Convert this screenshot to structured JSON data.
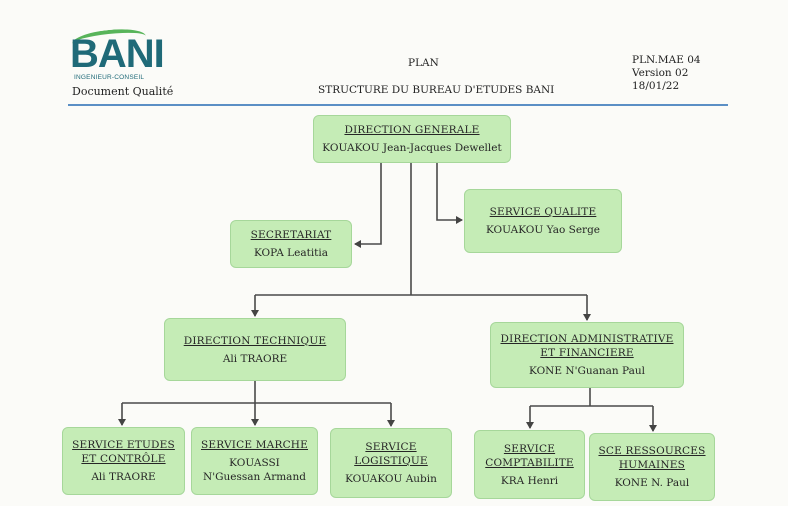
{
  "header": {
    "logo_text": "BANI",
    "logo_subtitle": "INGENIEUR-CONSEIL",
    "doc_label": "Document Qualité",
    "plan": "PLAN",
    "title": "STRUCTURE DU BUREAU D'ETUDES BANI",
    "ref_code": "PLN.MAE 04",
    "version": "Version 02",
    "date": "18/01/22"
  },
  "colors": {
    "box_fill": "#c5ecb6",
    "rule": "#5b8fc5",
    "logo": "#1f6a78",
    "logo_accent": "#58b45a"
  },
  "org": {
    "dg": {
      "title": "DIRECTION GENERALE",
      "person": "KOUAKOU Jean-Jacques Dewellet"
    },
    "secretariat": {
      "title": "SECRETARIAT",
      "person": "KOPA Leatitia"
    },
    "qualite": {
      "title": "SERVICE QUALITE",
      "person": "KOUAKOU Yao Serge"
    },
    "dt": {
      "title": "DIRECTION TECHNIQUE",
      "person": "Ali TRAORE"
    },
    "daf": {
      "title_1": "DIRECTION ADMINISTRATIVE",
      "title_2": "ET FINANCIERE",
      "person": "KONE N'Guanan Paul"
    },
    "etudes": {
      "title_1": "SERVICE ETUDES",
      "title_2": "ET CONTRÔLE",
      "person": "Ali TRAORE"
    },
    "marche": {
      "title": "SERVICE MARCHE",
      "person_1": "KOUASSI",
      "person_2": "N'Guessan Armand"
    },
    "logistique": {
      "title_1": "SERVICE",
      "title_2": "LOGISTIQUE",
      "person": "KOUAKOU Aubin"
    },
    "comptabilite": {
      "title_1": "SERVICE",
      "title_2": "COMPTABILITE",
      "person": "KRA Henri"
    },
    "rh": {
      "title_1": "SCE RESSOURCES",
      "title_2": "HUMAINES",
      "person": "KONE N. Paul"
    }
  }
}
